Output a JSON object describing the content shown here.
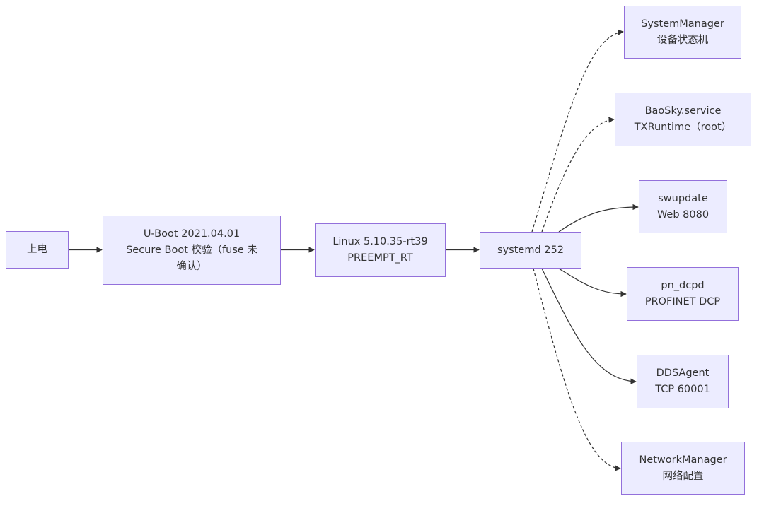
{
  "diagram": {
    "type": "flowchart",
    "direction": "left-to-right",
    "colors": {
      "node_fill": "#ECECFF",
      "node_border": "#9370DB",
      "edge": "#333333",
      "text": "#333333"
    },
    "nodes": {
      "power_on": {
        "line1": "上电",
        "line2": ""
      },
      "uboot": {
        "line1": "U-Boot 2021.04.01",
        "line2": "Secure Boot 校验（fuse 未确认）"
      },
      "linux": {
        "line1": "Linux 5.10.35-rt39",
        "line2": "PREEMPT_RT"
      },
      "systemd": {
        "line1": "systemd 252",
        "line2": ""
      },
      "system_manager": {
        "line1": "SystemManager",
        "line2": "设备状态机"
      },
      "baosky": {
        "line1": "BaoSky.service",
        "line2": "TXRuntime（root）"
      },
      "swupdate": {
        "line1": "swupdate",
        "line2": "Web 8080"
      },
      "pn_dcpd": {
        "line1": "pn_dcpd",
        "line2": "PROFINET DCP"
      },
      "ddsagent": {
        "line1": "DDSAgent",
        "line2": "TCP 60001"
      },
      "network_manager": {
        "line1": "NetworkManager",
        "line2": "网络配置"
      }
    },
    "edges": [
      {
        "from": "power_on",
        "to": "uboot",
        "style": "solid"
      },
      {
        "from": "uboot",
        "to": "linux",
        "style": "solid"
      },
      {
        "from": "linux",
        "to": "systemd",
        "style": "solid"
      },
      {
        "from": "systemd",
        "to": "system_manager",
        "style": "dashed"
      },
      {
        "from": "systemd",
        "to": "baosky",
        "style": "dashed"
      },
      {
        "from": "systemd",
        "to": "swupdate",
        "style": "solid"
      },
      {
        "from": "systemd",
        "to": "pn_dcpd",
        "style": "solid"
      },
      {
        "from": "systemd",
        "to": "ddsagent",
        "style": "solid"
      },
      {
        "from": "systemd",
        "to": "network_manager",
        "style": "dashed"
      }
    ]
  }
}
